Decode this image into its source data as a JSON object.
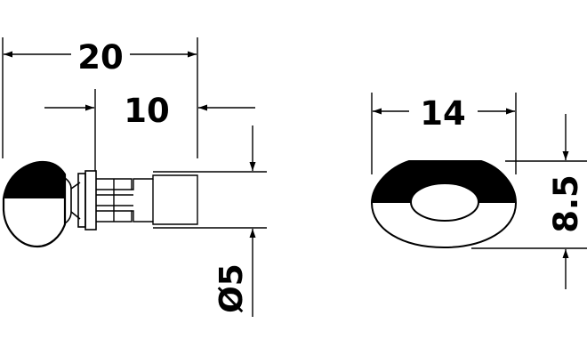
{
  "dimensions": {
    "overall_length": "20",
    "shank_length": "10",
    "shank_diameter": "Ø5",
    "cap_width": "14",
    "cap_height": "8.5"
  },
  "colors": {
    "line": "#000000",
    "background": "#ffffff"
  }
}
